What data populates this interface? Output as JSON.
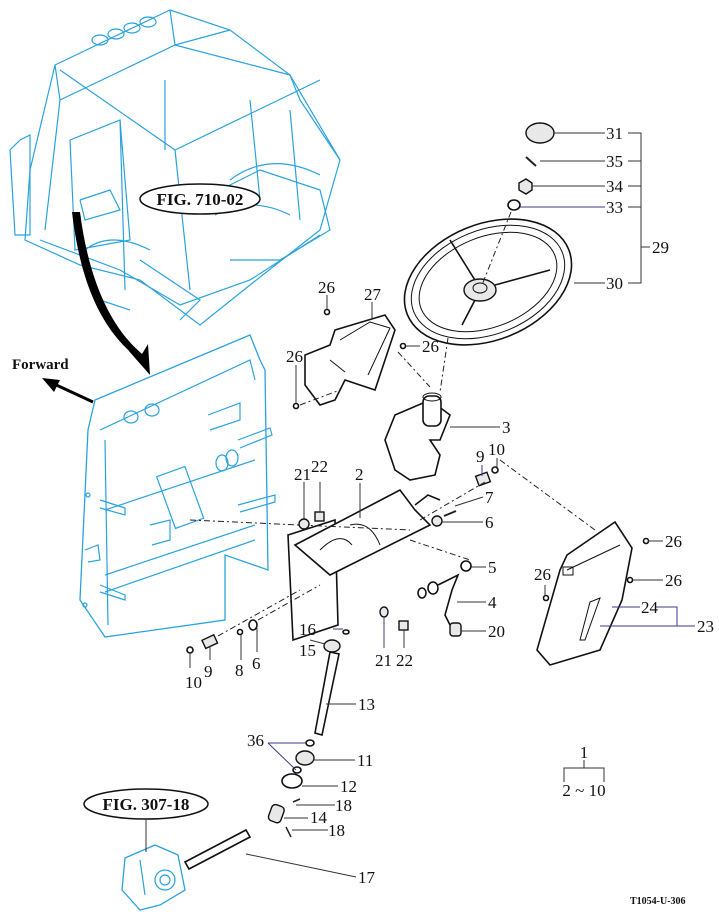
{
  "diagram": {
    "type": "exploded-parts-diagram",
    "figure_code": "T1054-U-306",
    "direction_label": "Forward",
    "figure_references": [
      {
        "id": "fig-710-02",
        "label": "FIG. 710-02"
      },
      {
        "id": "fig-307-18",
        "label": "FIG. 307-18"
      }
    ],
    "callouts": {
      "c31": "31",
      "c35": "35",
      "c34": "34",
      "c33": "33",
      "c29": "29",
      "c30": "30",
      "c27": "27",
      "c26a": "26",
      "c26b": "26",
      "c26c": "26",
      "c3": "3",
      "c9a": "9",
      "c10a": "10",
      "c7": "7",
      "c6a": "6",
      "c2": "2",
      "c21a": "21",
      "c22a": "22",
      "c5": "5",
      "c4": "4",
      "c20": "20",
      "c26d": "26",
      "c26e": "26",
      "c26f": "26",
      "c24": "24",
      "c23": "23",
      "c16": "16",
      "c15": "15",
      "c21b": "21",
      "c22b": "22",
      "c10b": "10",
      "c9b": "9",
      "c8": "8",
      "c6b": "6",
      "c13": "13",
      "c36": "36",
      "c11": "11",
      "c12": "12",
      "c18a": "18",
      "c14": "14",
      "c18b": "18",
      "c17": "17"
    },
    "assembly_legend": {
      "parent": "1",
      "range": "2 ~ 10"
    }
  }
}
